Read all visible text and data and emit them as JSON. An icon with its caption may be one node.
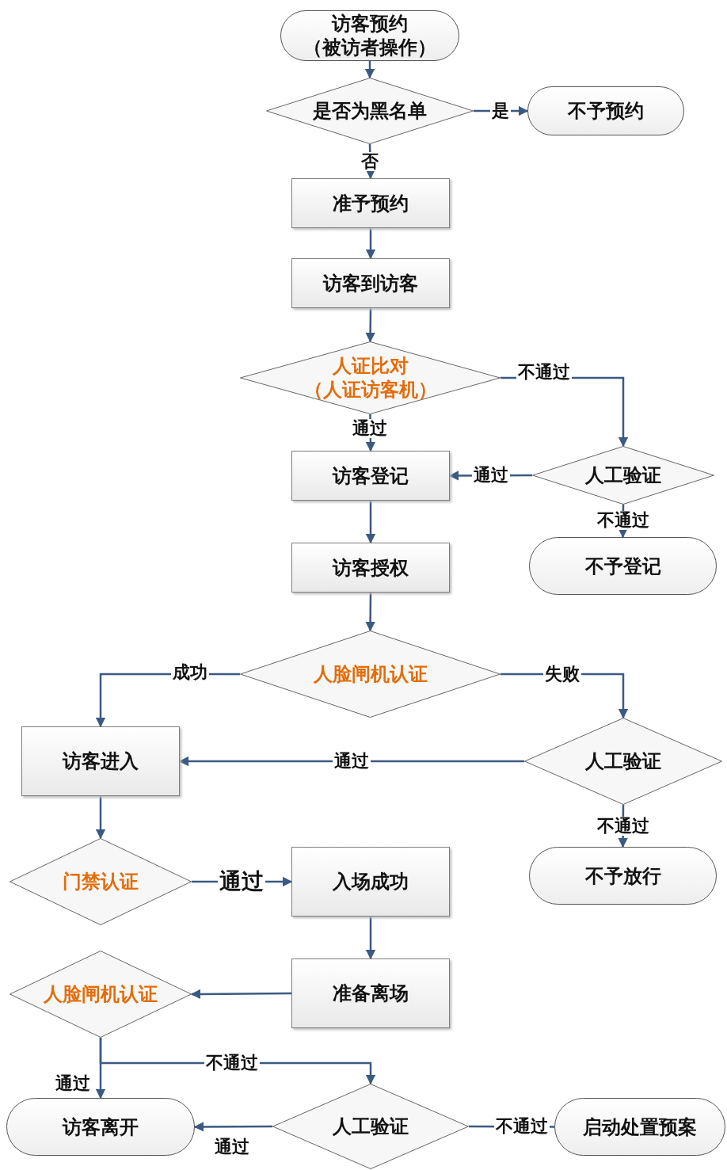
{
  "diagram": {
    "nodes": [
      {
        "text": [
          "访客预约（被访者操作）"
        ]
      },
      {
        "text": [
          "是否为黑名单"
        ]
      },
      {
        "text": [
          "不予预约"
        ]
      },
      {
        "text": [
          "准予预约"
        ]
      },
      {
        "text": [
          "访客到访客"
        ]
      },
      {
        "text": [
          "人证比对（人证访客机）"
        ]
      },
      {
        "text": [
          "访客登记"
        ]
      },
      {
        "text": [
          "人工验证"
        ]
      },
      {
        "text": [
          "访客授权"
        ]
      },
      {
        "text": [
          "不予登记"
        ]
      },
      {
        "text": [
          "人脸闸机认证"
        ]
      },
      {
        "text": [
          "访客进入"
        ]
      },
      {
        "text": [
          "人工验证"
        ]
      },
      {
        "text": [
          "门禁认证"
        ]
      },
      {
        "text": [
          "入场成功"
        ]
      },
      {
        "text": [
          "不予放行"
        ]
      },
      {
        "text": [
          "准备离场"
        ]
      },
      {
        "text": [
          "人脸闸机认证"
        ]
      },
      {
        "text": [
          "访客离开"
        ]
      },
      {
        "text": [
          "人工验证"
        ]
      },
      {
        "text": [
          "启动处置预案"
        ]
      }
    ],
    "edges": [
      {
        "from": 0,
        "to": 1,
        "arrow": "to"
      },
      {
        "from": 1,
        "to": 2,
        "arrow": "to",
        "label": "是"
      },
      {
        "from": 1,
        "to": 3,
        "arrow": "to",
        "label": "否"
      },
      {
        "from": 3,
        "to": 4,
        "arrow": "to"
      },
      {
        "from": 4,
        "to": 5,
        "arrow": "to"
      },
      {
        "from": 5,
        "to": 6,
        "arrow": "to",
        "label": "通过"
      },
      {
        "from": 5,
        "to": 7,
        "arrow": "to",
        "label": "不通过"
      },
      {
        "from": 7,
        "to": 6,
        "arrow": "to",
        "label": "通过"
      },
      {
        "from": 7,
        "to": 9,
        "arrow": "to",
        "label": "不通过"
      },
      {
        "from": 6,
        "to": 8,
        "arrow": "to"
      },
      {
        "from": 8,
        "to": 10,
        "arrow": "to"
      },
      {
        "from": 10,
        "to": 11,
        "arrow": "to",
        "label": "成功"
      },
      {
        "from": 10,
        "to": 12,
        "arrow": "to",
        "label": "失败"
      },
      {
        "from": 12,
        "to": 11,
        "arrow": "to",
        "label": "通过"
      },
      {
        "from": 12,
        "to": 15,
        "arrow": "to",
        "label": "不通过"
      },
      {
        "from": 11,
        "to": 13,
        "arrow": "to"
      },
      {
        "from": 13,
        "to": 14,
        "arrow": "to",
        "label": "通过"
      },
      {
        "from": 14,
        "to": 16,
        "arrow": "to"
      },
      {
        "from": 16,
        "to": 17,
        "arrow": "to"
      },
      {
        "from": 17,
        "to": 18,
        "arrow": "to",
        "label": "通过"
      },
      {
        "from": 17,
        "to": 19,
        "arrow": "to",
        "label": "不通过"
      },
      {
        "from": 19,
        "to": 18,
        "arrow": "to",
        "label": "通过"
      },
      {
        "from": 19,
        "to": 20,
        "arrow": "none",
        "label": "不通过"
      }
    ]
  }
}
